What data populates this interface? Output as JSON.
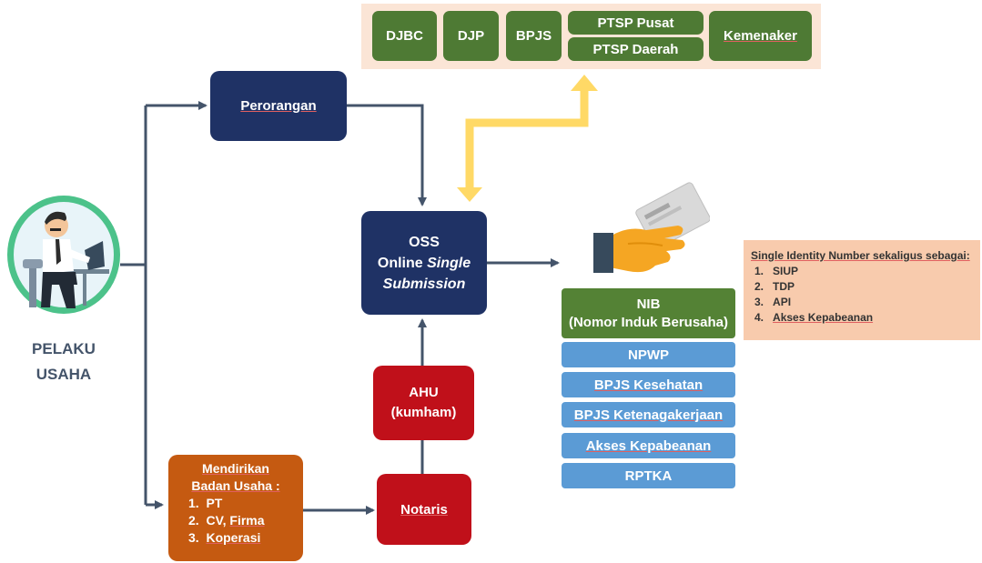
{
  "actor": {
    "label_line1": "PELAKU",
    "label_line2": "USAHA"
  },
  "agencies": {
    "djbc": "DJBC",
    "djp": "DJP",
    "bpjs": "BPJS",
    "ptsp_pusat": "PTSP Pusat",
    "ptsp_daerah": "PTSP Daerah",
    "kemenaker": "Kemenaker"
  },
  "perorangan": "Perorangan",
  "oss": {
    "line1": "OSS",
    "line2_prefix": "Online ",
    "line2_italic": "Single",
    "line3": "Submission"
  },
  "ahu": {
    "line1": "AHU",
    "line2": "(kumham)"
  },
  "notaris": "Notaris",
  "badan_usaha": {
    "title1": "Mendirikan",
    "title2": "Badan Usaha :",
    "items": [
      {
        "num": "1.",
        "label": "PT"
      },
      {
        "num": "2.",
        "label": "CV, ",
        "label_u": "Firma"
      },
      {
        "num": "3.",
        "label_u": "Koperasi"
      }
    ]
  },
  "nib": {
    "line1": "NIB",
    "line2": "(Nomor Induk Berusaha)"
  },
  "nib_items": [
    "NPWP",
    "BPJS Kesehatan",
    "BPJS Ketenagakerjaan",
    "Akses Kepabeanan",
    "RPTKA"
  ],
  "info": {
    "title": "Single Identity Number sekaligus sebagai:",
    "items": [
      {
        "num": "1.",
        "label": "SIUP"
      },
      {
        "num": "2.",
        "label": "TDP"
      },
      {
        "num": "3.",
        "label": "API"
      },
      {
        "num": "4.",
        "label": "Akses Kepabeanan"
      }
    ]
  },
  "colors": {
    "navy": "#1f3265",
    "red": "#c0101a",
    "orange": "#c55a11",
    "green": "#548235",
    "blue": "#5b9bd5",
    "connector": "#44546a",
    "yellow_arrow": "#ffd966",
    "peach": "#fbe5d6",
    "info_bg": "#f8cbad"
  }
}
